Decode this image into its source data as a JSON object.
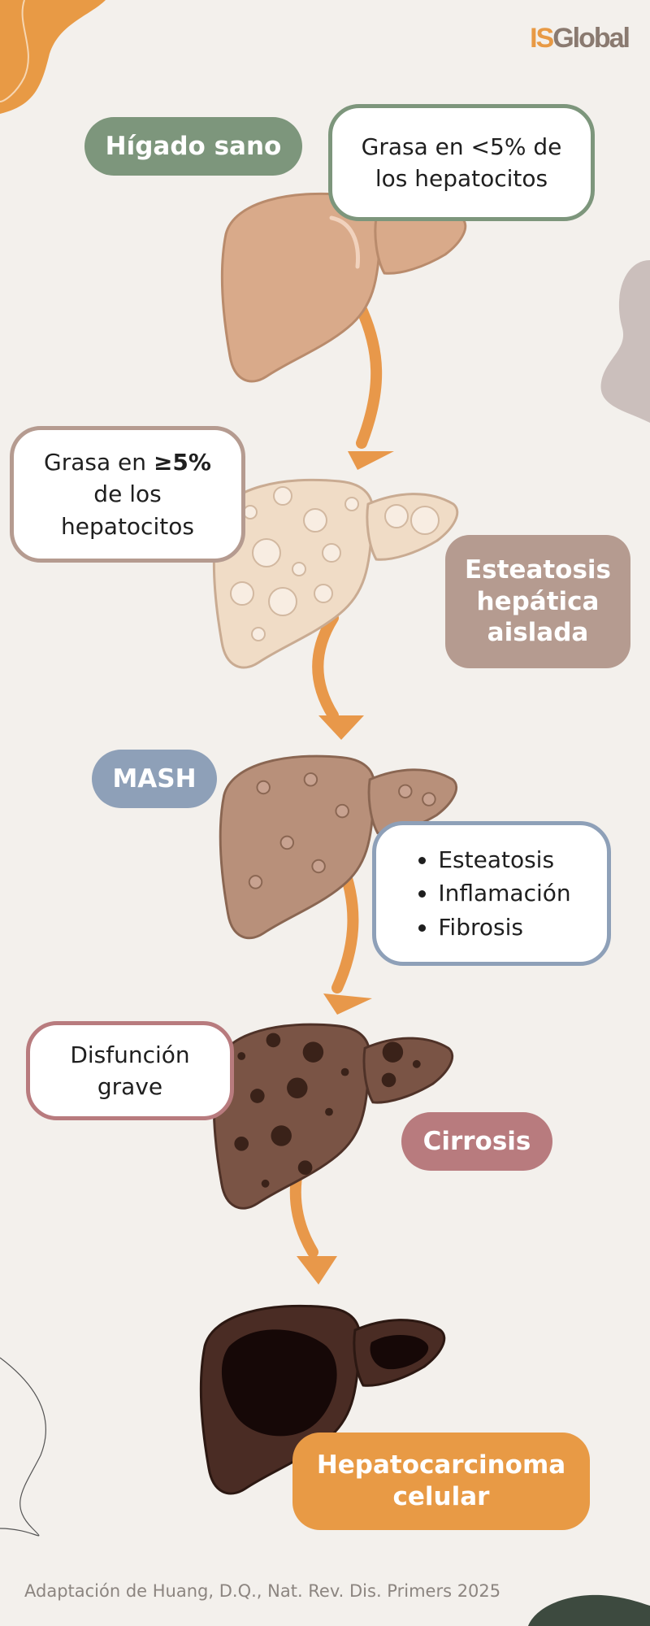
{
  "logo": {
    "is": "IS",
    "global": "Global"
  },
  "stages": [
    {
      "name": "Hígado sano",
      "color": "#7d967c",
      "liver_fill": "#d9aa8a",
      "liver_edge": "#b98b6c"
    },
    {
      "name": "Esteatosis hepática aislada",
      "lines": [
        "Esteatosis",
        "hepática",
        "aislada"
      ],
      "color": "#b59b90",
      "liver_fill": "#f0dcc6",
      "liver_edge": "#c9ab92"
    },
    {
      "name": "MASH",
      "color": "#8ea0b8",
      "liver_fill": "#b8907a",
      "liver_edge": "#8a6652"
    },
    {
      "name": "Cirrosis",
      "color": "#b87b7e",
      "liver_fill": "#7a5445",
      "liver_edge": "#4f3228"
    },
    {
      "name": "Hepatocarcinoma celular",
      "lines": [
        "Hepatocarcinoma",
        "celular"
      ],
      "color": "#e89a45",
      "liver_fill": "#4a2c24",
      "liver_edge": "#2c1812"
    }
  ],
  "notes": {
    "healthy": {
      "lines": [
        "Grasa en <5% de",
        "los hepatocitos"
      ],
      "border": "#7d967c"
    },
    "steatosis": {
      "prefix": "Grasa en ",
      "bold": "≥5%",
      "line2": "de los",
      "line3": "hepatocitos",
      "border": "#b59b90"
    },
    "mash": {
      "items": [
        "Esteatosis",
        "Inflamación",
        "Fibrosis"
      ],
      "border": "#8ea0b8"
    },
    "cirrhosis": {
      "lines": [
        "Disfunción",
        "grave"
      ],
      "border": "#b87b7e"
    }
  },
  "arrow_color": "#e8984a",
  "caption": "Adaptación de Huang, D.Q., Nat. Rev. Dis. Primers 2025"
}
